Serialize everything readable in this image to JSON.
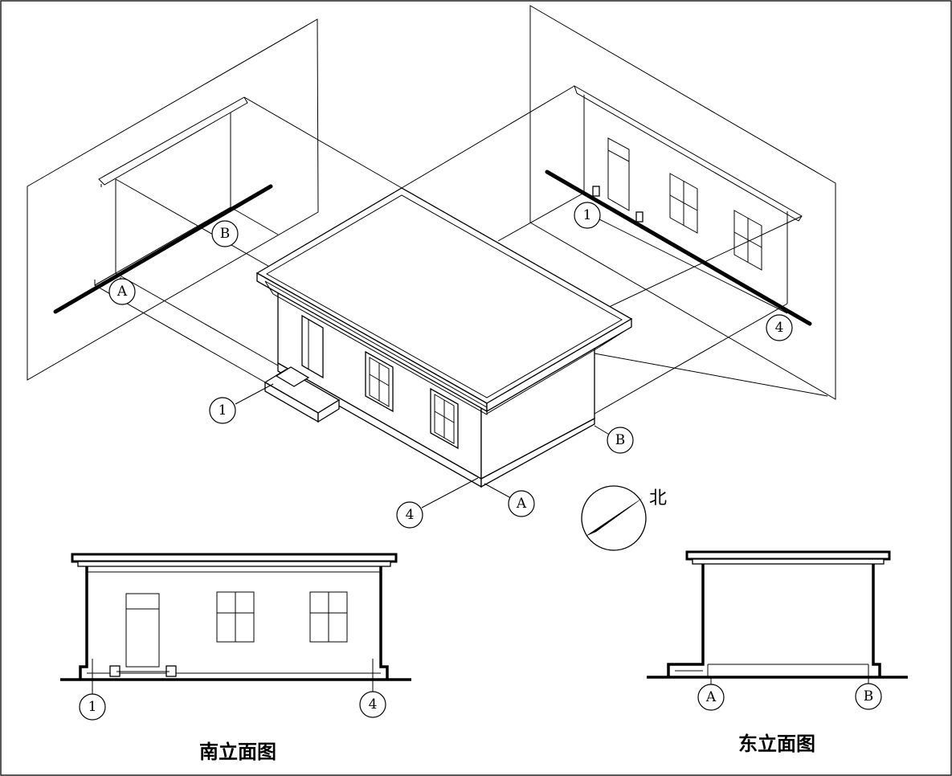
{
  "labels": {
    "south_elevation_title": "南立面图",
    "east_elevation_title": "东立面图",
    "north": "北"
  },
  "axes": {
    "ax_1": "1",
    "ax_4": "4",
    "ax_A": "A",
    "ax_B": "B"
  },
  "colors": {
    "line": "#000000",
    "background": "#ffffff"
  }
}
